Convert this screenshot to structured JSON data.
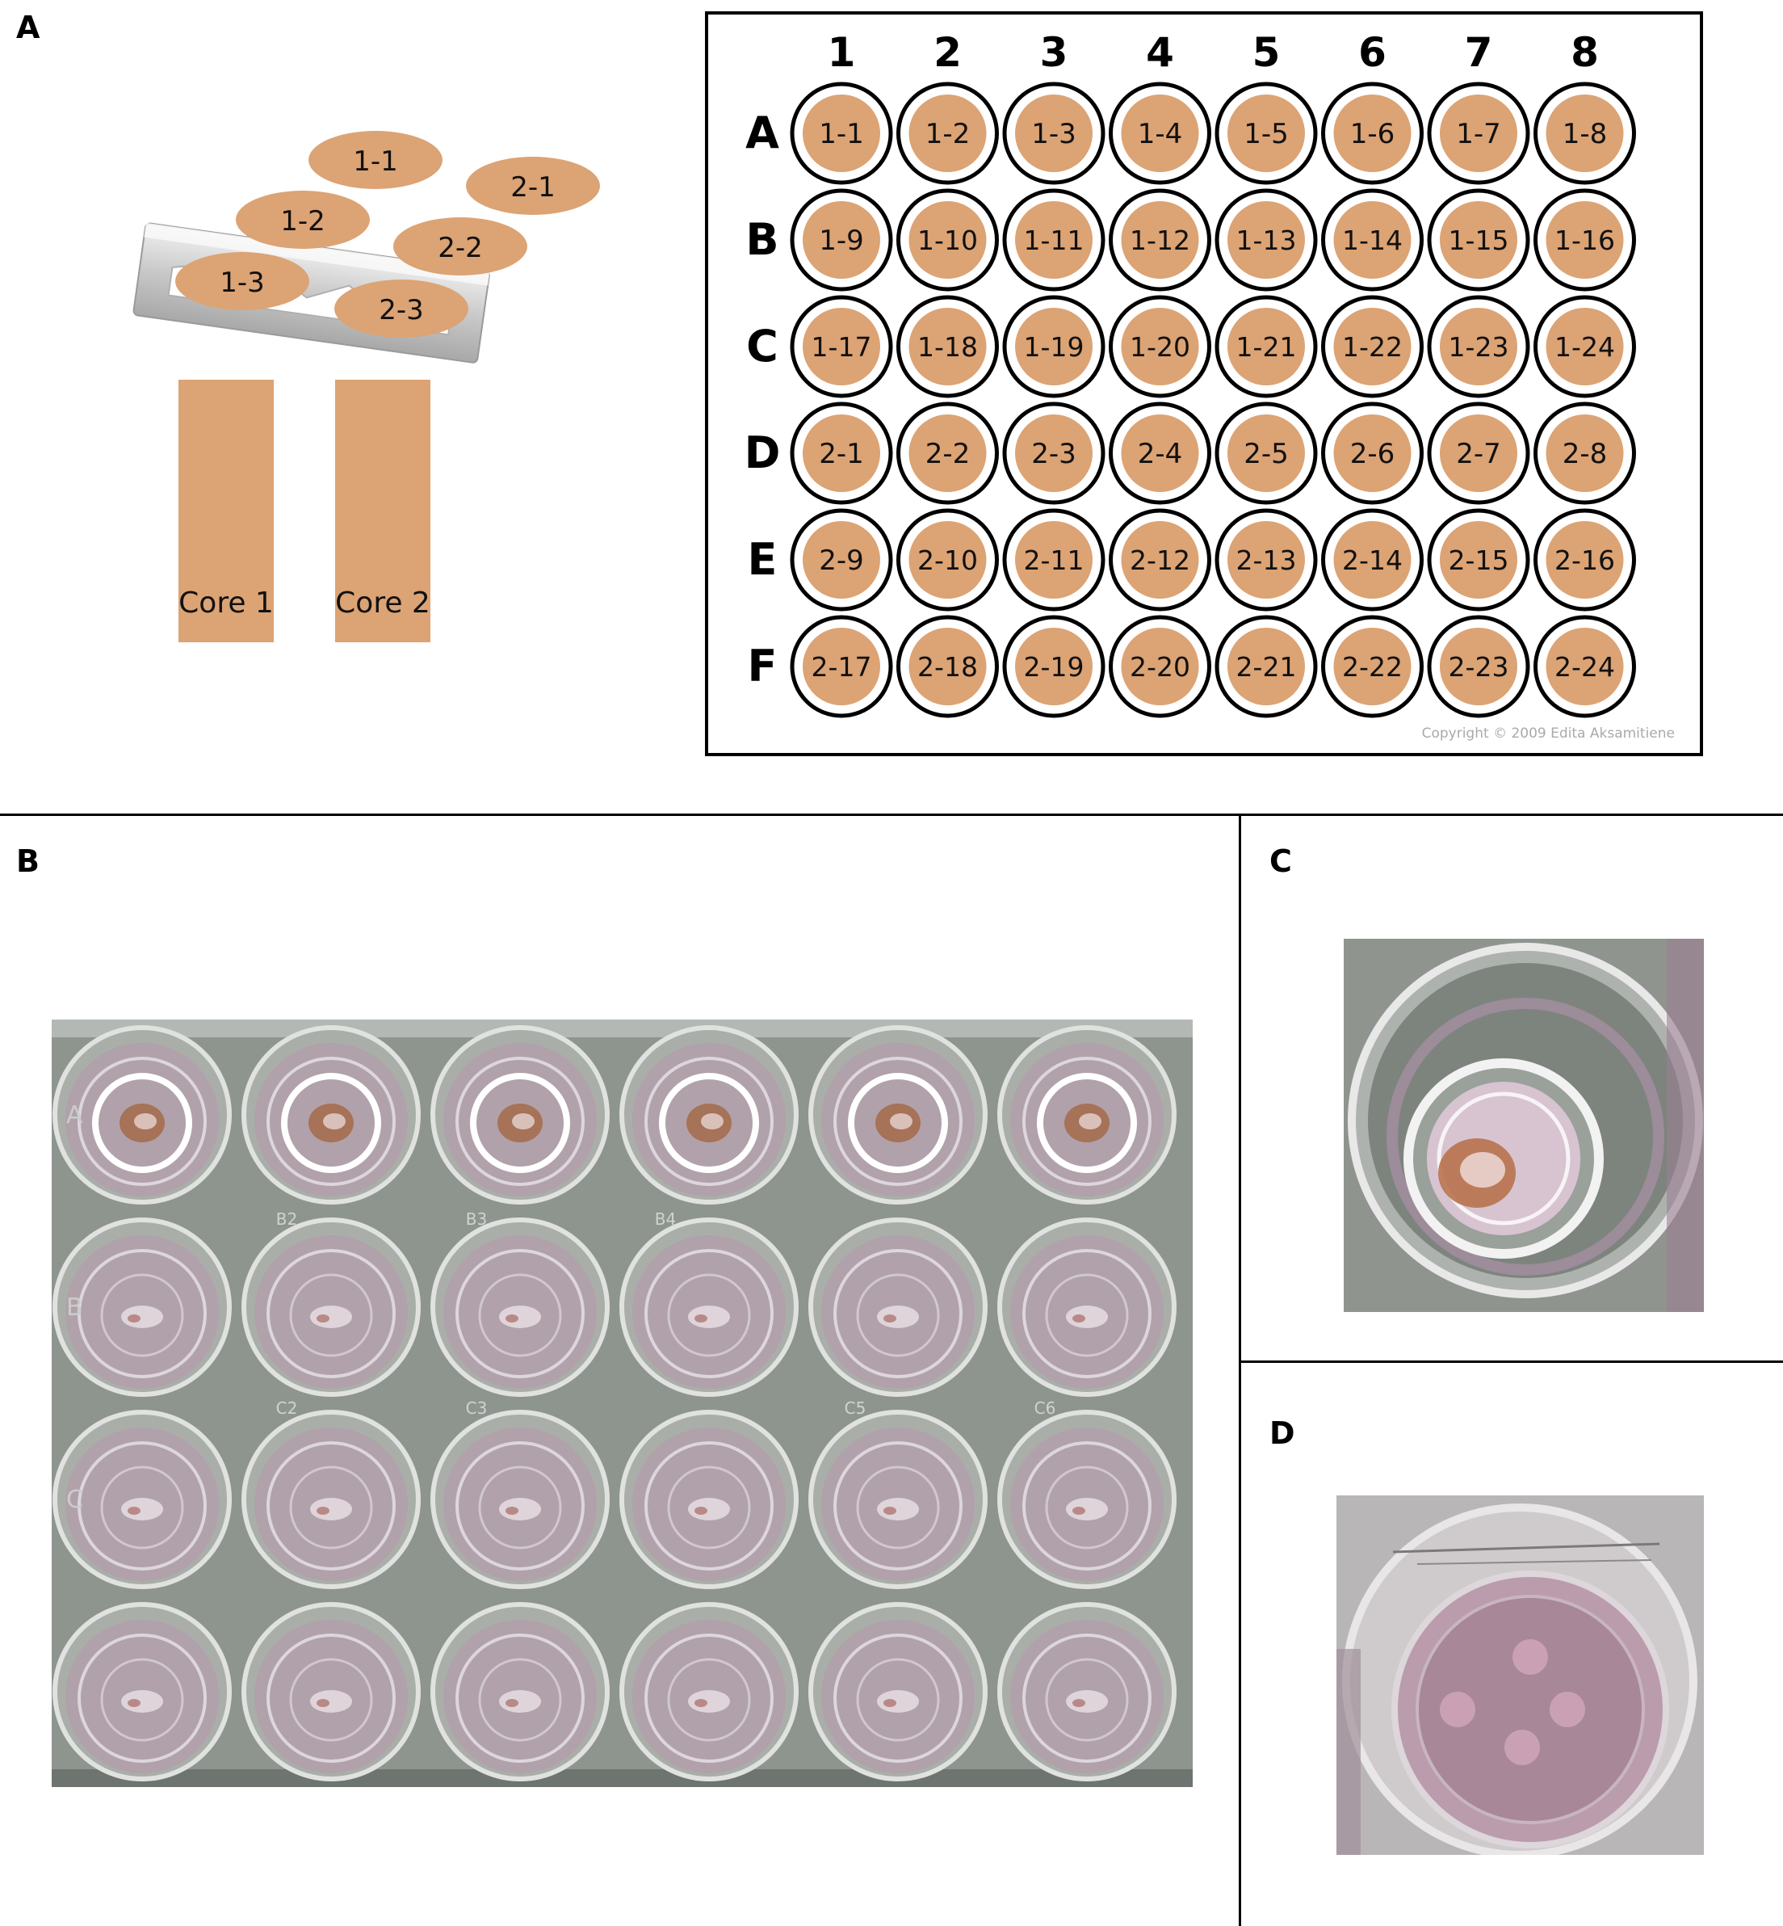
{
  "panels": {
    "a": {
      "label": "A"
    },
    "b": {
      "label": "B"
    },
    "c": {
      "label": "C"
    },
    "d": {
      "label": "D"
    }
  },
  "panel_a": {
    "cores": [
      {
        "id": "core-1",
        "label": "Core 1"
      },
      {
        "id": "core-2",
        "label": "Core 2"
      }
    ],
    "slices": [
      {
        "id": "slice-1-1",
        "label": "1-1"
      },
      {
        "id": "slice-2-1",
        "label": "2-1"
      },
      {
        "id": "slice-1-2",
        "label": "1-2"
      },
      {
        "id": "slice-2-2",
        "label": "2-2"
      },
      {
        "id": "slice-1-3",
        "label": "1-3"
      },
      {
        "id": "slice-2-3",
        "label": "2-3"
      }
    ],
    "plate": {
      "columns": [
        "1",
        "2",
        "3",
        "4",
        "5",
        "6",
        "7",
        "8"
      ],
      "rows": [
        "A",
        "B",
        "C",
        "D",
        "E",
        "F"
      ],
      "wells": [
        [
          "1-1",
          "1-2",
          "1-3",
          "1-4",
          "1-5",
          "1-6",
          "1-7",
          "1-8"
        ],
        [
          "1-9",
          "1-10",
          "1-11",
          "1-12",
          "1-13",
          "1-14",
          "1-15",
          "1-16"
        ],
        [
          "1-17",
          "1-18",
          "1-19",
          "1-20",
          "1-21",
          "1-22",
          "1-23",
          "1-24"
        ],
        [
          "2-1",
          "2-2",
          "2-3",
          "2-4",
          "2-5",
          "2-6",
          "2-7",
          "2-8"
        ],
        [
          "2-9",
          "2-10",
          "2-11",
          "2-12",
          "2-13",
          "2-14",
          "2-15",
          "2-16"
        ],
        [
          "2-17",
          "2-18",
          "2-19",
          "2-20",
          "2-21",
          "2-22",
          "2-23",
          "2-24"
        ]
      ],
      "copyright": "Copyright © 2009 Edita Aksamitiene"
    }
  },
  "panel_b": {
    "photo_rows": 4,
    "photo_cols": 6,
    "well_row_marks": [
      "A",
      "B",
      "C"
    ],
    "well_marks": [
      "B2",
      "B3",
      "B4",
      "C2",
      "C3",
      "C5",
      "C6"
    ]
  },
  "colors": {
    "tissue": "#dca374",
    "well_ring": "#000000",
    "medium": "#d8b9c8",
    "plate_bg": "#8e958f"
  }
}
